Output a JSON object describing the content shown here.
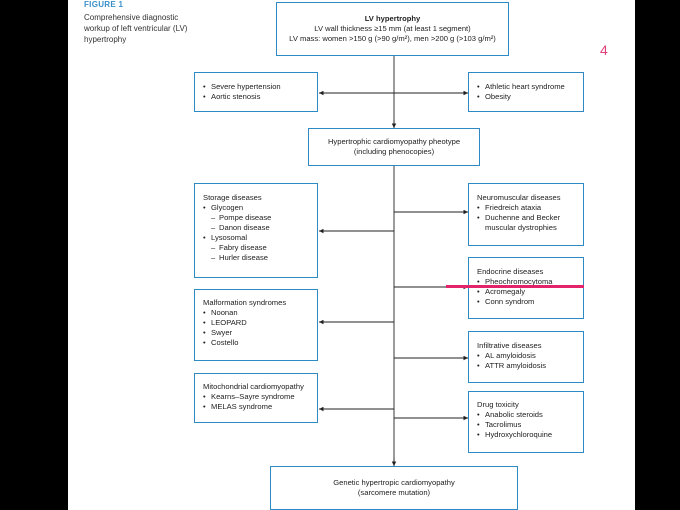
{
  "figure": {
    "label": "FIGURE 1",
    "caption": "Comprehensive diagnostic workup of left ventricular (LV) hypertrophy",
    "page_number": "4"
  },
  "boxes": {
    "top": {
      "title": "LV hypertrophy",
      "line1": "LV wall thickness ≥15 mm (at least 1 segment)",
      "line2": "LV mass: women >150 g (>90 g/m²), men >200 g (>103 g/m²)"
    },
    "left1": {
      "items": [
        "Severe hypertension",
        "Aortic stenosis"
      ]
    },
    "right1": {
      "items": [
        "Athletic heart syndrome",
        "Obesity"
      ]
    },
    "phenotype": {
      "line1": "Hypertrophic cardiomyopathy pheotype",
      "line2": "(including phenocopies)"
    },
    "storage": {
      "title": "Storage diseases",
      "glycogen": "Glycogen",
      "glycogen_sub": [
        "Pompe disease",
        "Danon disease"
      ],
      "lysosomal": "Lysosomal",
      "lysosomal_sub": [
        "Fabry disease",
        "Hurler disease"
      ]
    },
    "malformation": {
      "title": "Malformation syndromes",
      "items": [
        "Noonan",
        "LEOPARD",
        "Swyer",
        "Costello"
      ]
    },
    "mitochondrial": {
      "title": "Mitochondrial cardiomyopathy",
      "items": [
        "Kearns–Sayre syndrome",
        "MELAS syndrome"
      ]
    },
    "neuromuscular": {
      "title": "Neuromuscular diseases",
      "item1": "Friedreich ataxia",
      "item2": "Duchenne and Becker",
      "item2_cont": "muscular dystrophies"
    },
    "endocrine": {
      "title": "Endocrine diseases",
      "items": [
        "Pheochromocytoma",
        "Acromegaly",
        "Conn syndrom"
      ]
    },
    "infiltrative": {
      "title": "Infiltrative diseases",
      "items": [
        "AL amyloidosis",
        "ATTR amyloidosis"
      ]
    },
    "drug": {
      "title": "Drug toxicity",
      "items": [
        "Anabolic steroids",
        "Tacrolimus",
        "Hydroxychloroquine"
      ]
    },
    "genetic": {
      "line1": "Genetic hypertropic cardiomyopathy",
      "line2": "(sarcomere mutation)"
    }
  },
  "colors": {
    "box_border": "#2d8ac4",
    "highlight": "#e3246b",
    "figure_label": "#3a8fc9",
    "page_number": "#e0407a"
  }
}
